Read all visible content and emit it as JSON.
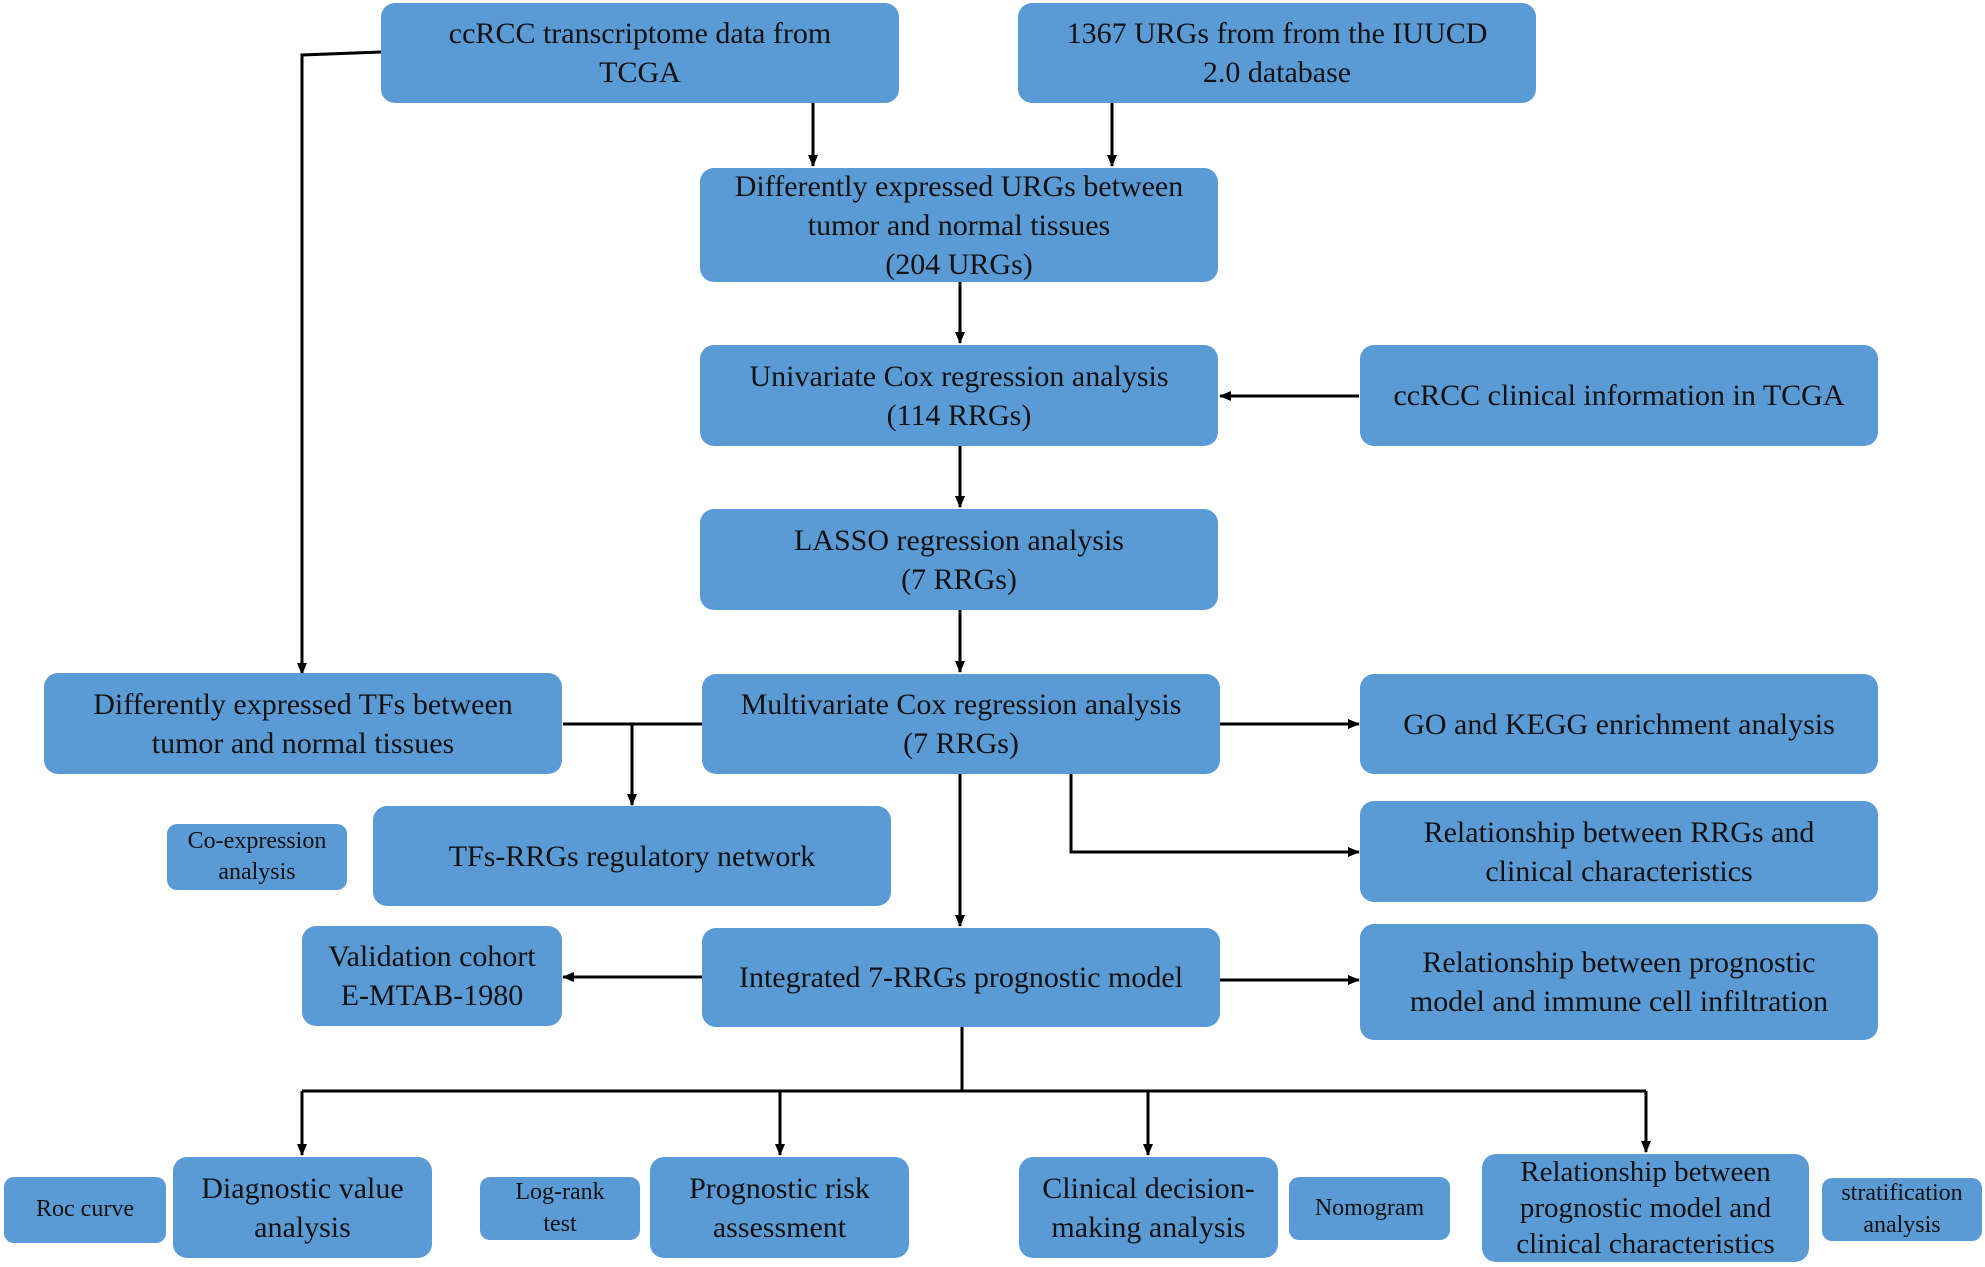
{
  "diagram": {
    "nodes": {
      "tcga_transcriptome": "ccRCC transcriptome data from\nTCGA",
      "iuucd_urgs": "1367 URGs from from the IUUCD\n2.0 database",
      "de_urgs": "Differently expressed URGs between\ntumor and normal tissues\n(204 URGs)",
      "univariate_cox": "Univariate Cox regression analysis\n(114 RRGs)",
      "clinical_info": "ccRCC clinical information in TCGA",
      "lasso": "LASSO regression analysis\n(7 RRGs)",
      "de_tfs": "Differently expressed TFs between\ntumor and normal tissues",
      "multivariate_cox": "Multivariate Cox regression analysis\n(7 RRGs)",
      "go_kegg": "GO and KEGG enrichment analysis",
      "co_expression": "Co-expression\nanalysis",
      "tfs_network": "TFs-RRGs regulatory network",
      "rrgs_clinical": "Relationship between RRGs and\nclinical characteristics",
      "validation_cohort": "Validation cohort\nE-MTAB-1980",
      "prognostic_model": "Integrated 7-RRGs prognostic model",
      "immune_infiltration": "Relationship between prognostic\nmodel and immune cell infiltration",
      "roc_curve": "Roc curve",
      "diagnostic_value": "Diagnostic value\nanalysis",
      "log_rank": "Log-rank\ntest",
      "prognostic_risk": "Prognostic risk\nassessment",
      "clinical_decision": "Clinical decision-\nmaking analysis",
      "nomogram": "Nomogram",
      "model_clinical": "Relationship between\nprognostic model and\nclinical characteristics",
      "stratification": "stratification\nanalysis"
    },
    "colors": {
      "box_fill": "#5b9bd5",
      "text": "#111111",
      "connector": "#000000"
    }
  }
}
